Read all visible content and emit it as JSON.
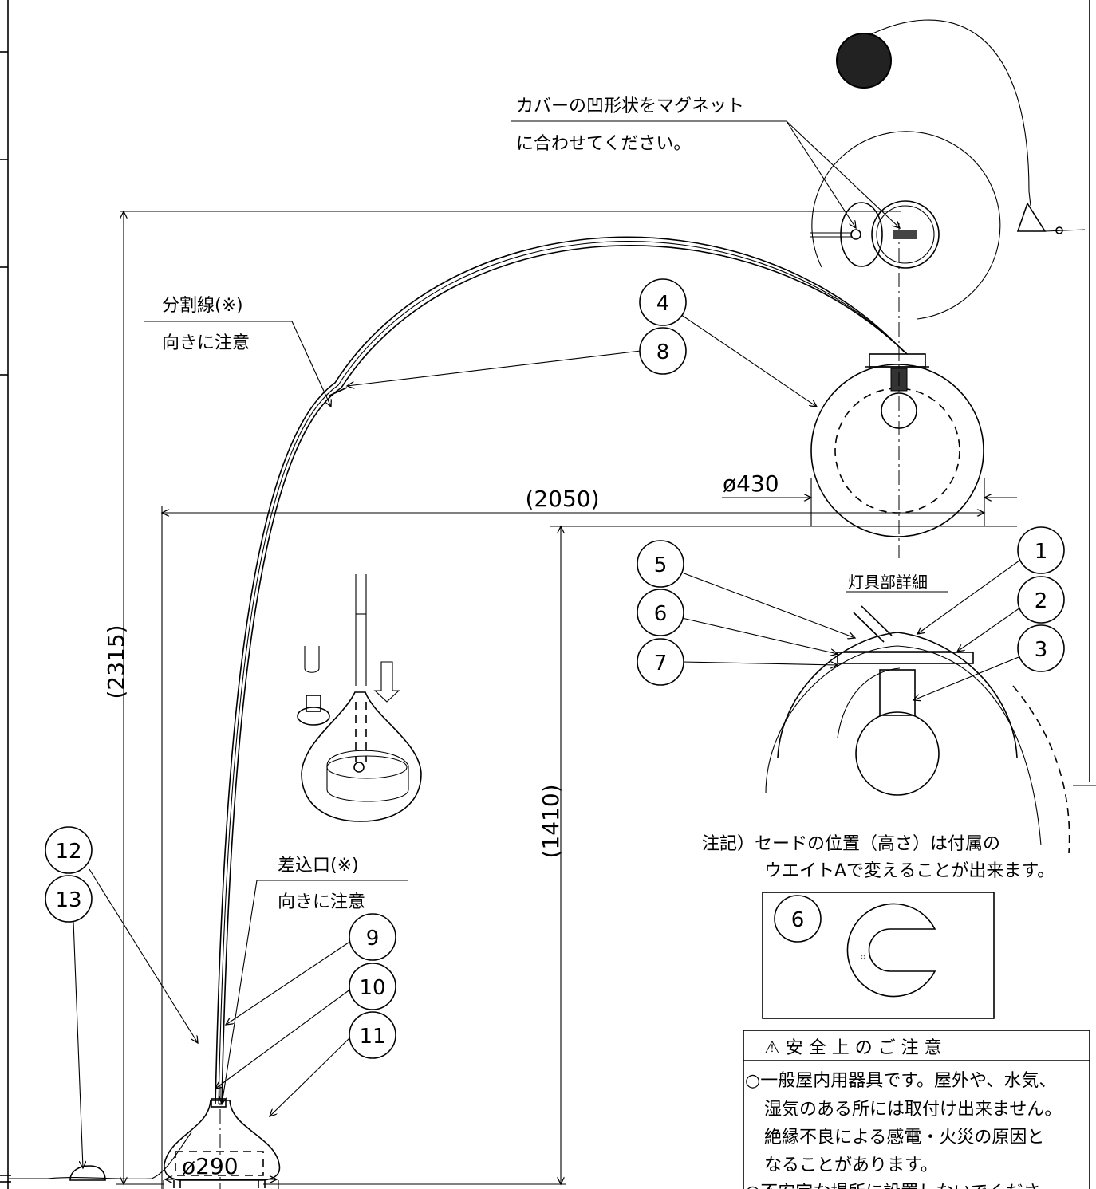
{
  "notes": {
    "magnet_line1": "カバーの凹形状をマグネット",
    "magnet_line2": "に合わせてください。",
    "split_line1": "分割線(※)",
    "split_line2": "向きに注意",
    "socket_line1": "差込口(※)",
    "socket_line2": "向きに注意",
    "detail_title": "灯具部詳細",
    "remark_line1": "注記）セードの位置（高さ）は付属の",
    "remark_line2": "ウエイトAで変えることが出来ます。"
  },
  "dimensions": {
    "height_total": "(2315)",
    "height_shade": "(1410)",
    "reach": "(2050)",
    "shade_diameter": "ø430",
    "base_diameter": "ø290"
  },
  "part_numbers": [
    "1",
    "2",
    "3",
    "4",
    "5",
    "6",
    "7",
    "8",
    "9",
    "10",
    "11",
    "12",
    "13"
  ],
  "weight_detail": {
    "part": "6"
  },
  "safety": {
    "title": "⚠ 安 全 上 の ご 注 意",
    "line1": "○一般屋内用器具です。屋外や、水気、",
    "line2": "湿気のある所には取付け出来ません。",
    "line3": "絶縁不良による感電・火災の原因と",
    "line4": "なることがあります。",
    "line5": "○不安定な場所に設置しないでくださ"
  }
}
